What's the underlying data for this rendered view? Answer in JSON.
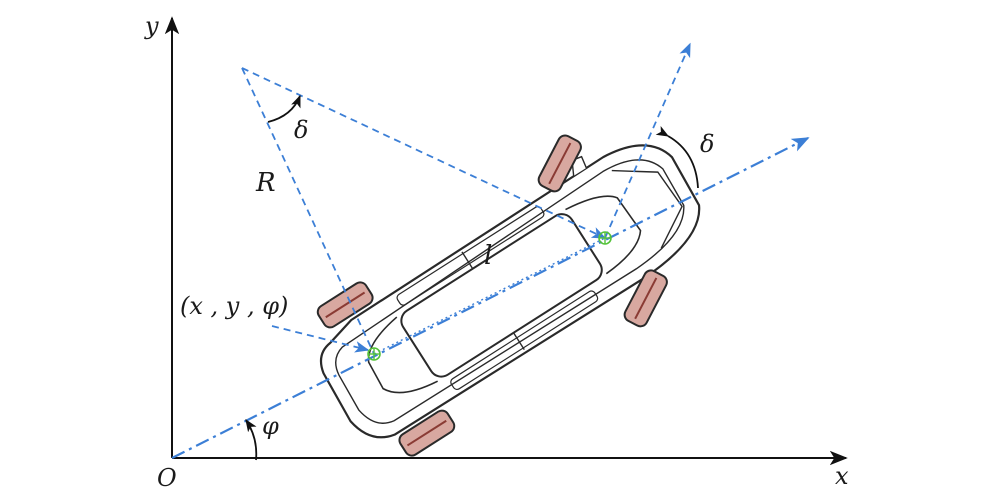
{
  "axes": {
    "x_label": "x",
    "y_label": "y",
    "origin_label": "O"
  },
  "labels": {
    "radius": "R",
    "wheelbase": "l",
    "steer_angle_top": "δ",
    "steer_angle_front": "δ",
    "heading_angle": "φ",
    "pose": "(x , y , φ)"
  },
  "colors": {
    "axis": "#111111",
    "construction": "#3c7fd6",
    "car_outline": "#2a2a2a",
    "tire_fill": "#d8a8a0",
    "tire_stripe": "#8a3b34",
    "point_marker": "#55c23a"
  }
}
